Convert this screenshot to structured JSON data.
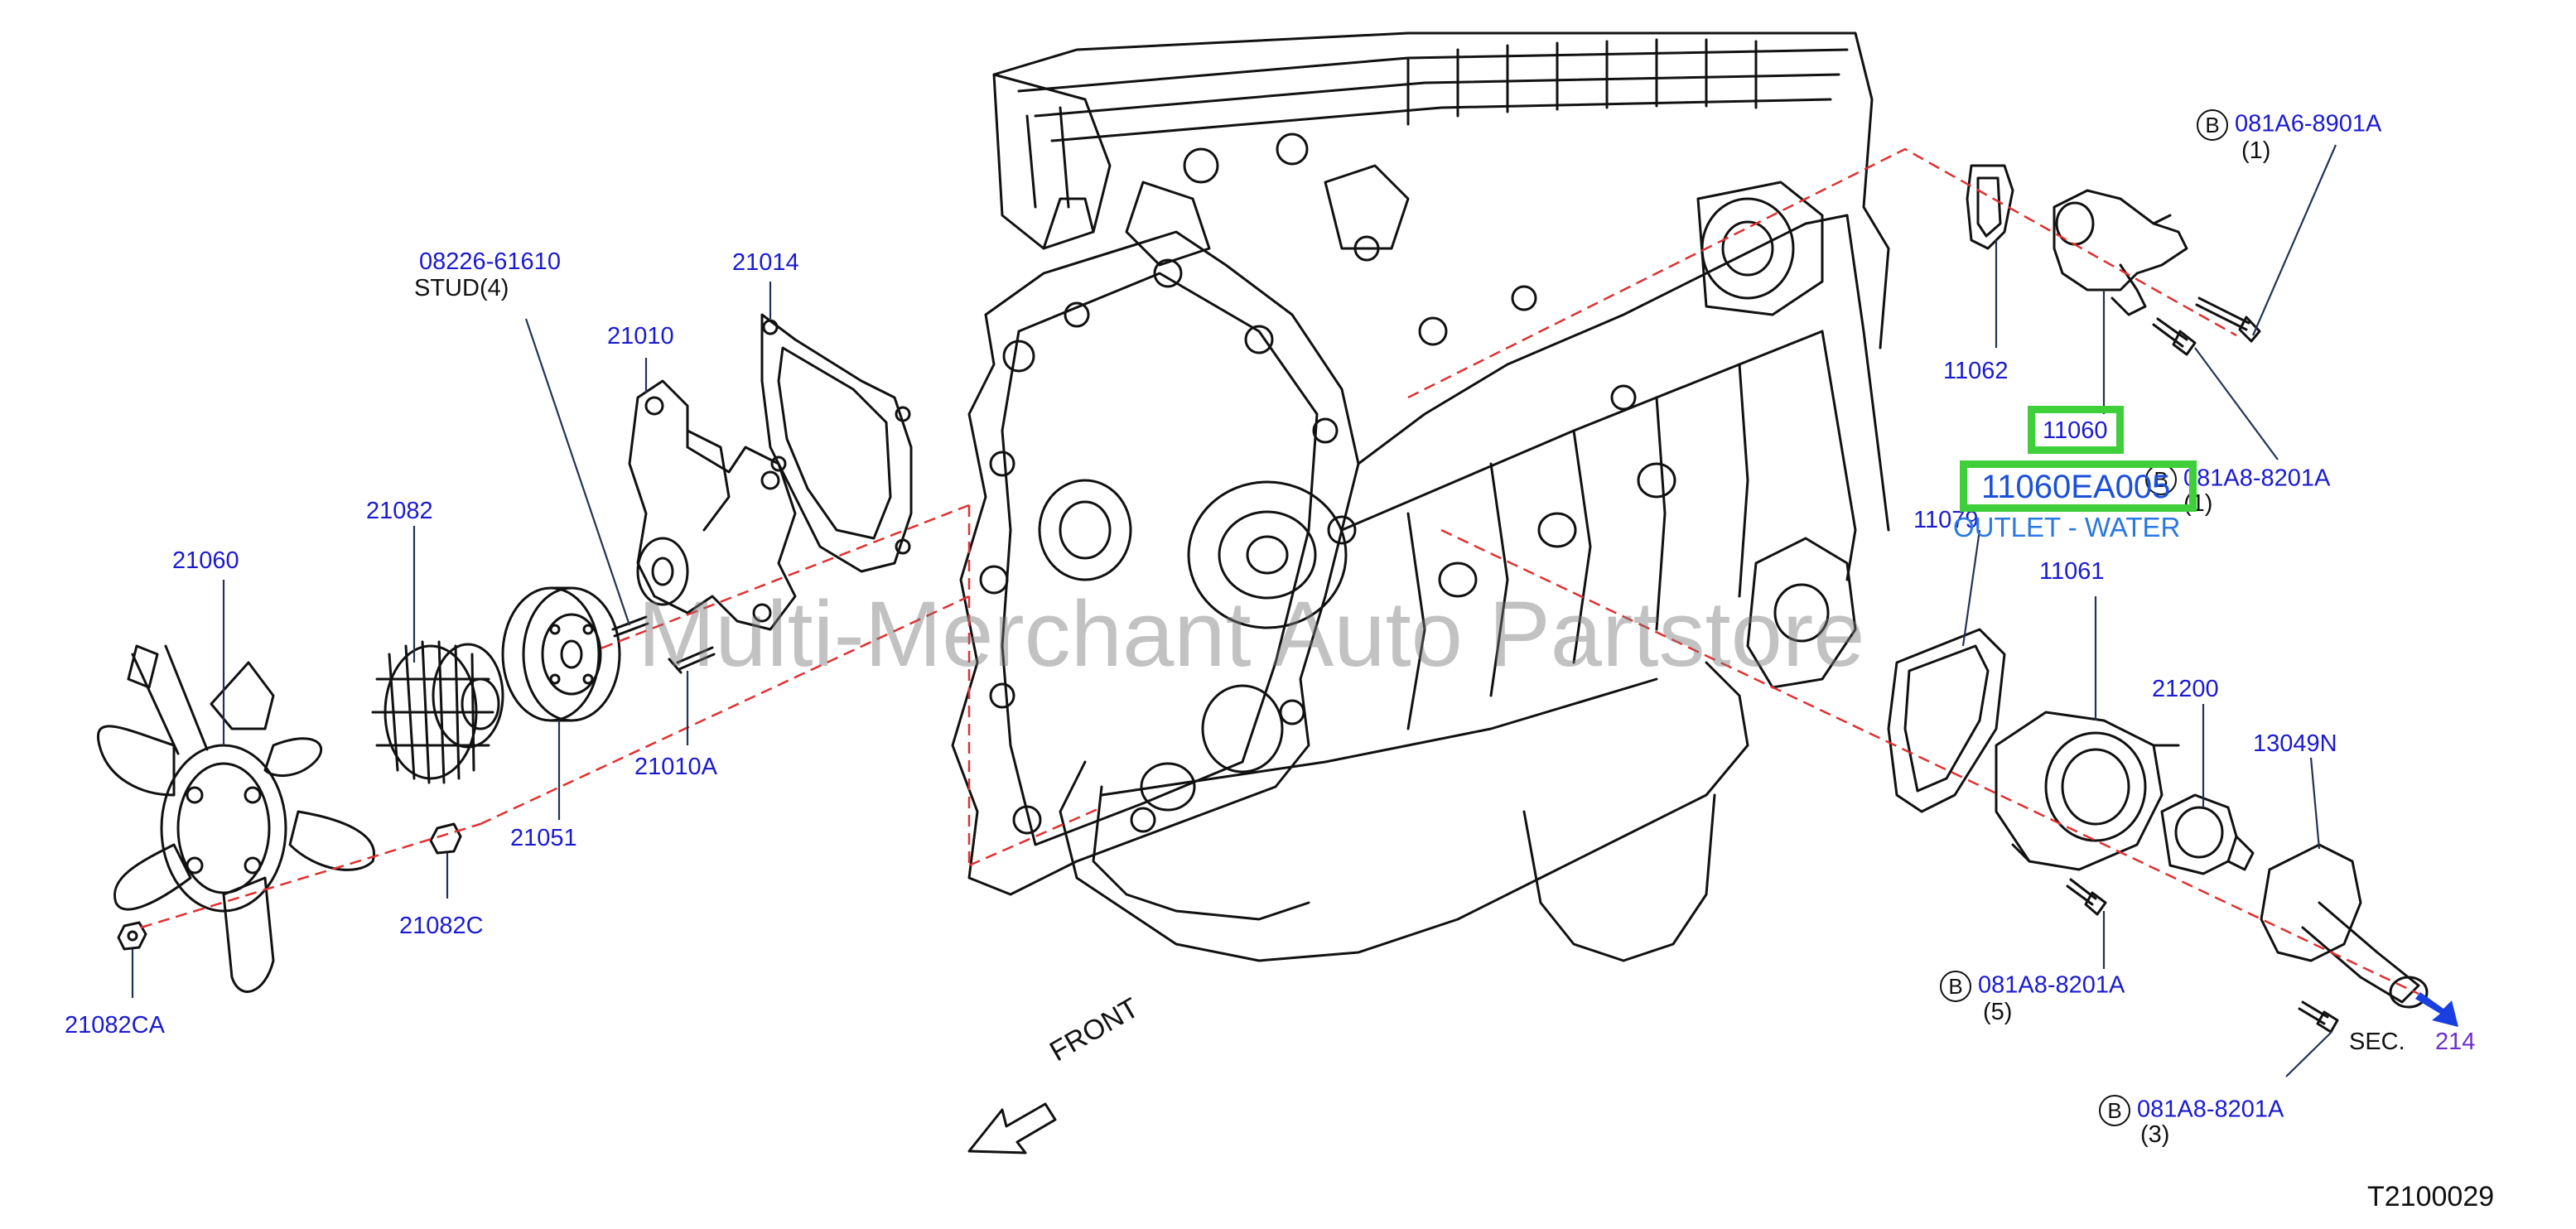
{
  "watermark": "Multi-Merchant Auto Partstore",
  "figure_id": "T2100029",
  "front_label": "FRONT",
  "sec_label": "SEC.",
  "sec_ref": "214",
  "highlight": {
    "callout": "11060",
    "part_number": "11060EA005",
    "description": "OUTLET - WATER"
  },
  "bolt_symbol": "B",
  "parts": {
    "p21060": "21060",
    "p21082": "21082",
    "p08226": "08226-61610",
    "stud": "STUD(4)",
    "p21010": "21010",
    "p21014": "21014",
    "p21010A": "21010A",
    "p21051": "21051",
    "p21082C": "21082C",
    "p21082CA": "21082CA",
    "p11062": "11062",
    "p081A6": "081A6-8901A",
    "q1a": "(1)",
    "p081A8_top": "081A8-8201A",
    "q1b": "(1)",
    "p11079": "11079",
    "p11061": "11061",
    "p21200": "21200",
    "p13049N": "13049N",
    "p081A8_mid": "081A8-8201A",
    "q5": "(5)",
    "p081A8_bot": "081A8-8201A",
    "q3": "(3)"
  },
  "colors": {
    "callout": "#1a1ad0",
    "highlight": "#3fcf3a",
    "description": "#2a78e0",
    "dashed": "#e03030",
    "arrow": "#1a3fe0"
  }
}
